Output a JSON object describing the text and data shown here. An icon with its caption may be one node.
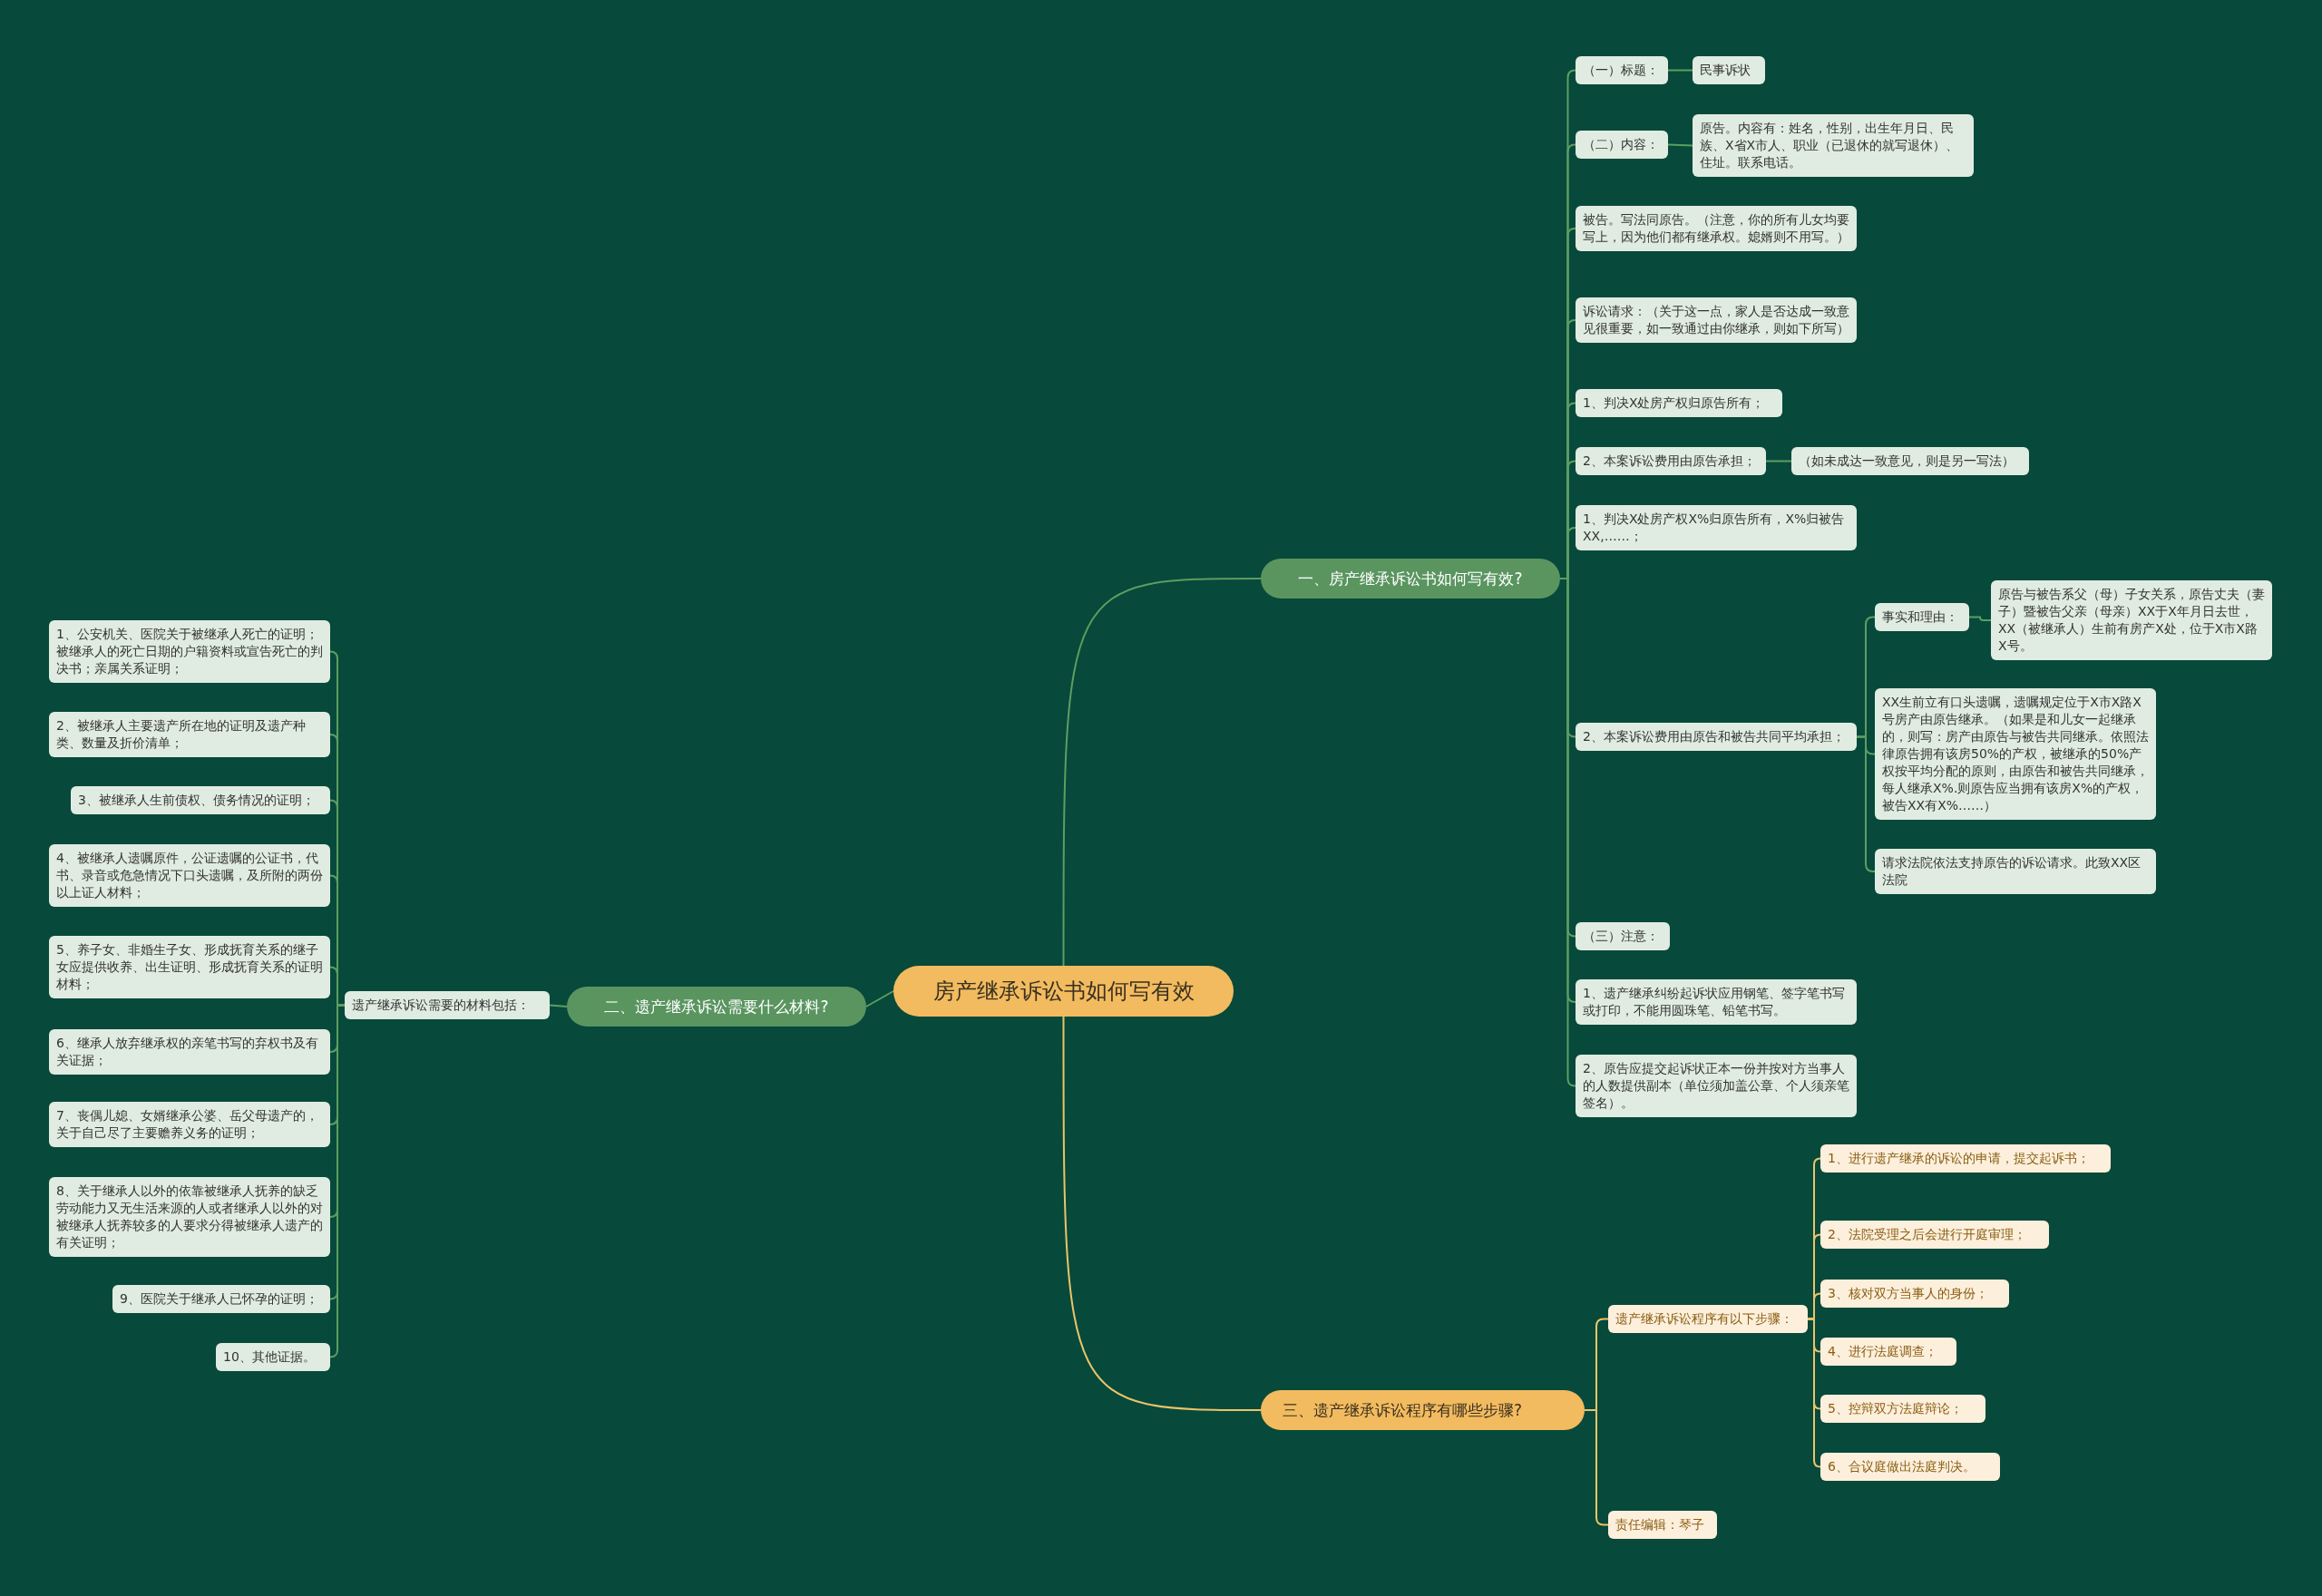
{
  "diagram": {
    "nodes": [
      {
        "text": [
          "房产继承诉讼书如何写有效"
        ]
      },
      {
        "text": [
          "一、房产继承诉讼书如何写有效?"
        ]
      },
      {
        "text": [
          "（一）标题："
        ]
      },
      {
        "text": [
          "民事诉状"
        ]
      },
      {
        "text": [
          "（二）内容："
        ]
      },
      {
        "text": [
          "原告。内容有：姓名，性别，出生年月日、民族、X省X市人、职业（已退休的就写退休）、住址。联系电话。"
        ]
      },
      {
        "text": [
          "被告。写法同原告。（注意，你的所有儿女均要写上，因为他们都有继承权。媳婿则不用写。）"
        ]
      },
      {
        "text": [
          "诉讼请求：（关于这一点，家人是否达成一致意见很重要，如一致通过由你继承，则如下所写）"
        ]
      },
      {
        "text": [
          "1、判决X处房产权归原告所有；"
        ]
      },
      {
        "text": [
          "2、本案诉讼费用由原告承担；"
        ]
      },
      {
        "text": [
          "（如未成达一致意见，则是另一写法）"
        ]
      },
      {
        "text": [
          "1、判决X处房产权X%归原告所有，X%归被告XX,……；"
        ]
      },
      {
        "text": [
          "2、本案诉讼费用由原告和被告共同平均承担；"
        ]
      },
      {
        "text": [
          "事实和理由："
        ]
      },
      {
        "text": [
          "原告与被告系父（母）子女关系，原告丈夫（妻子）暨被告父亲（母亲）XX于X年月日去世，XX（被继承人）生前有房产X处，位于X市X路X号。"
        ]
      },
      {
        "text": [
          "XX生前立有口头遗嘱，遗嘱规定位于X市X路X号房产由原告继承。（如果是和儿女一起继承的，则写：房产由原告与被告共同继承。依照法律原告拥有该房50%的产权，被继承的50%产权按平均分配的原则，由原告和被告共同继承，每人继承X%.则原告应当拥有该房X%的产权，被告XX有X%……）"
        ]
      },
      {
        "text": [
          "请求法院依法支持原告的诉讼请求。此致XX区法院"
        ]
      },
      {
        "text": [
          "（三）注意："
        ]
      },
      {
        "text": [
          "1、遗产继承纠纷起诉状应用钢笔、签字笔书写或打印，不能用圆珠笔、铅笔书写。"
        ]
      },
      {
        "text": [
          "2、原告应提交起诉状正本一份并按对方当事人的人数提供副本（单位须加盖公章、个人须亲笔签名）。"
        ]
      },
      {
        "text": [
          "二、遗产继承诉讼需要什么材料?"
        ]
      },
      {
        "text": [
          "遗产继承诉讼需要的材料包括："
        ]
      },
      {
        "text": [
          "1、公安机关、医院关于被继承人死亡的证明；被继承人的死亡日期的户籍资料或宣告死亡的判决书；亲属关系证明；"
        ]
      },
      {
        "text": [
          "2、被继承人主要遗产所在地的证明及遗产种类、数量及折价清单；"
        ]
      },
      {
        "text": [
          "3、被继承人生前债权、债务情况的证明；"
        ]
      },
      {
        "text": [
          "4、被继承人遗嘱原件，公证遗嘱的公证书，代书、录音或危急情况下口头遗嘱，及所附的两份以上证人材料；"
        ]
      },
      {
        "text": [
          "5、养子女、非婚生子女、形成抚育关系的继子女应提供收养、出生证明、形成抚育关系的证明材料；"
        ]
      },
      {
        "text": [
          "6、继承人放弃继承权的亲笔书写的弃权书及有关证据；"
        ]
      },
      {
        "text": [
          "7、丧偶儿媳、女婿继承公婆、岳父母遗产的，关于自己尽了主要赡养义务的证明；"
        ]
      },
      {
        "text": [
          "8、关于继承人以外的依靠被继承人抚养的缺乏劳动能力又无生活来源的人或者继承人以外的对被继承人抚养较多的人要求分得被继承人遗产的有关证明；"
        ]
      },
      {
        "text": [
          "9、医院关于继承人已怀孕的证明；"
        ]
      },
      {
        "text": [
          "10、其他证据。"
        ]
      },
      {
        "text": [
          "三、遗产继承诉讼程序有哪些步骤?"
        ]
      },
      {
        "text": [
          "遗产继承诉讼程序有以下步骤："
        ]
      },
      {
        "text": [
          "1、进行遗产继承的诉讼的申请，提交起诉书；"
        ]
      },
      {
        "text": [
          "2、法院受理之后会进行开庭审理；"
        ]
      },
      {
        "text": [
          "3、核对双方当事人的身份；"
        ]
      },
      {
        "text": [
          "4、进行法庭调查；"
        ]
      },
      {
        "text": [
          "5、控辩双方法庭辩论；"
        ]
      },
      {
        "text": [
          "6、合议庭做出法庭判决。"
        ]
      },
      {
        "text": [
          "责任编辑：琴子"
        ]
      }
    ],
    "edges": [
      {
        "from": 0,
        "to": 1,
        "arrow": "none"
      },
      {
        "from": 1,
        "to": 2,
        "arrow": "none"
      },
      {
        "from": 2,
        "to": 3,
        "arrow": "none"
      },
      {
        "from": 1,
        "to": 4,
        "arrow": "none"
      },
      {
        "from": 4,
        "to": 5,
        "arrow": "none"
      },
      {
        "from": 1,
        "to": 6,
        "arrow": "none"
      },
      {
        "from": 1,
        "to": 7,
        "arrow": "none"
      },
      {
        "from": 1,
        "to": 8,
        "arrow": "none"
      },
      {
        "from": 1,
        "to": 9,
        "arrow": "none"
      },
      {
        "from": 9,
        "to": 10,
        "arrow": "none"
      },
      {
        "from": 1,
        "to": 11,
        "arrow": "none"
      },
      {
        "from": 1,
        "to": 12,
        "arrow": "none"
      },
      {
        "from": 12,
        "to": 13,
        "arrow": "none"
      },
      {
        "from": 13,
        "to": 14,
        "arrow": "none"
      },
      {
        "from": 12,
        "to": 15,
        "arrow": "none"
      },
      {
        "from": 12,
        "to": 16,
        "arrow": "none"
      },
      {
        "from": 1,
        "to": 17,
        "arrow": "none"
      },
      {
        "from": 1,
        "to": 18,
        "arrow": "none"
      },
      {
        "from": 1,
        "to": 19,
        "arrow": "none"
      },
      {
        "from": 0,
        "to": 20,
        "arrow": "none"
      },
      {
        "from": 20,
        "to": 21,
        "arrow": "none"
      },
      {
        "from": 21,
        "to": 22,
        "arrow": "none"
      },
      {
        "from": 21,
        "to": 23,
        "arrow": "none"
      },
      {
        "from": 21,
        "to": 24,
        "arrow": "none"
      },
      {
        "from": 21,
        "to": 25,
        "arrow": "none"
      },
      {
        "from": 21,
        "to": 26,
        "arrow": "none"
      },
      {
        "from": 21,
        "to": 27,
        "arrow": "none"
      },
      {
        "from": 21,
        "to": 28,
        "arrow": "none"
      },
      {
        "from": 21,
        "to": 29,
        "arrow": "none"
      },
      {
        "from": 21,
        "to": 30,
        "arrow": "none"
      },
      {
        "from": 21,
        "to": 31,
        "arrow": "none"
      },
      {
        "from": 0,
        "to": 32,
        "arrow": "none",
        "color": "#e9c46a"
      },
      {
        "from": 32,
        "to": 33,
        "arrow": "none",
        "color": "#e9c46a"
      },
      {
        "from": 33,
        "to": 34,
        "arrow": "none",
        "color": "#e9c46a"
      },
      {
        "from": 33,
        "to": 35,
        "arrow": "none",
        "color": "#e9c46a"
      },
      {
        "from": 33,
        "to": 36,
        "arrow": "none",
        "color": "#e9c46a"
      },
      {
        "from": 33,
        "to": 37,
        "arrow": "none",
        "color": "#e9c46a"
      },
      {
        "from": 33,
        "to": 38,
        "arrow": "none",
        "color": "#e9c46a"
      },
      {
        "from": 33,
        "to": 39,
        "arrow": "none",
        "color": "#e9c46a"
      },
      {
        "from": 32,
        "to": 40,
        "arrow": "none",
        "color": "#e9c46a"
      }
    ]
  }
}
